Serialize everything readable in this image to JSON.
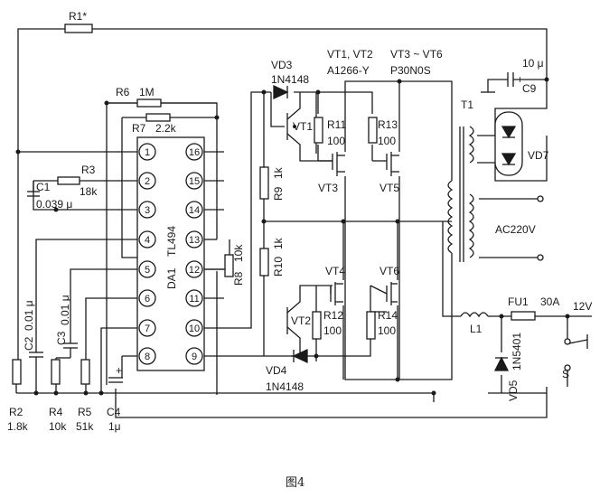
{
  "caption": "图4",
  "ic": {
    "ref": "DA1",
    "part": "TL494",
    "pins": [
      "1",
      "2",
      "3",
      "4",
      "5",
      "6",
      "7",
      "8",
      "9",
      "10",
      "11",
      "12",
      "13",
      "14",
      "15",
      "16"
    ]
  },
  "resistors": {
    "R1": {
      "ref": "R1*"
    },
    "R2": {
      "ref": "R2",
      "value": "1.8k"
    },
    "R3": {
      "ref": "R3",
      "value": "18k"
    },
    "R4": {
      "ref": "R4",
      "value": "10k"
    },
    "R5": {
      "ref": "R5",
      "value": "51k"
    },
    "R6": {
      "ref": "R6",
      "value": "1M"
    },
    "R7": {
      "ref": "R7",
      "value": "2.2k"
    },
    "R8": {
      "ref": "R8",
      "value": "10k"
    },
    "R9": {
      "ref": "R9",
      "value": "1k"
    },
    "R10": {
      "ref": "R10",
      "value": "1k"
    },
    "R11": {
      "ref": "R11",
      "value": "100"
    },
    "R12": {
      "ref": "R12",
      "value": "100"
    },
    "R13": {
      "ref": "R13",
      "value": "100"
    },
    "R14": {
      "ref": "R14",
      "value": "100"
    }
  },
  "capacitors": {
    "C1": {
      "ref": "C1",
      "value": "0.039 μ"
    },
    "C2": {
      "ref": "C2",
      "value": "0.01 μ"
    },
    "C3": {
      "ref": "C3",
      "value": "0.01 μ"
    },
    "C4": {
      "ref": "C4",
      "value": "1μ"
    },
    "C9": {
      "ref": "C9",
      "value": "10 μ"
    }
  },
  "diodes": {
    "VD3": {
      "ref": "VD3",
      "part": "1N4148"
    },
    "VD4": {
      "ref": "VD4",
      "part": "1N4148"
    },
    "VD5": {
      "ref": "VD5",
      "part": "1N5401"
    },
    "VD7": {
      "ref": "VD7"
    }
  },
  "transistors": {
    "VT1": "VT1",
    "VT2": "VT2",
    "VT3": "VT3",
    "VT4": "VT4",
    "VT5": "VT5",
    "VT6": "VT6",
    "vt12_group": "VT1, VT2",
    "vt12_part": "A1266-Y",
    "vt36_group": "VT3 ~ VT6",
    "vt36_part": "P30N0S"
  },
  "transformer": {
    "ref": "T1"
  },
  "inductor": {
    "ref": "L1"
  },
  "fuse": {
    "ref": "FU1",
    "rating": "30A"
  },
  "switch": {
    "ref": "S"
  },
  "supply": {
    "dc": "12V",
    "ac": "AC220V"
  },
  "polarity_mark": "+"
}
